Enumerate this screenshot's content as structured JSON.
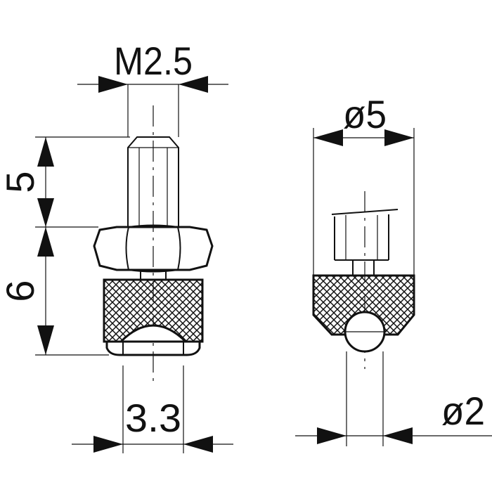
{
  "dimensions": {
    "thread": "M2.5",
    "tip_length": "5",
    "body_length": "6",
    "knurl_width": "3.3",
    "outer_diameter": "ø5",
    "ball_diameter": "ø2"
  },
  "colors": {
    "line": "#111111",
    "background": "#ffffff"
  }
}
